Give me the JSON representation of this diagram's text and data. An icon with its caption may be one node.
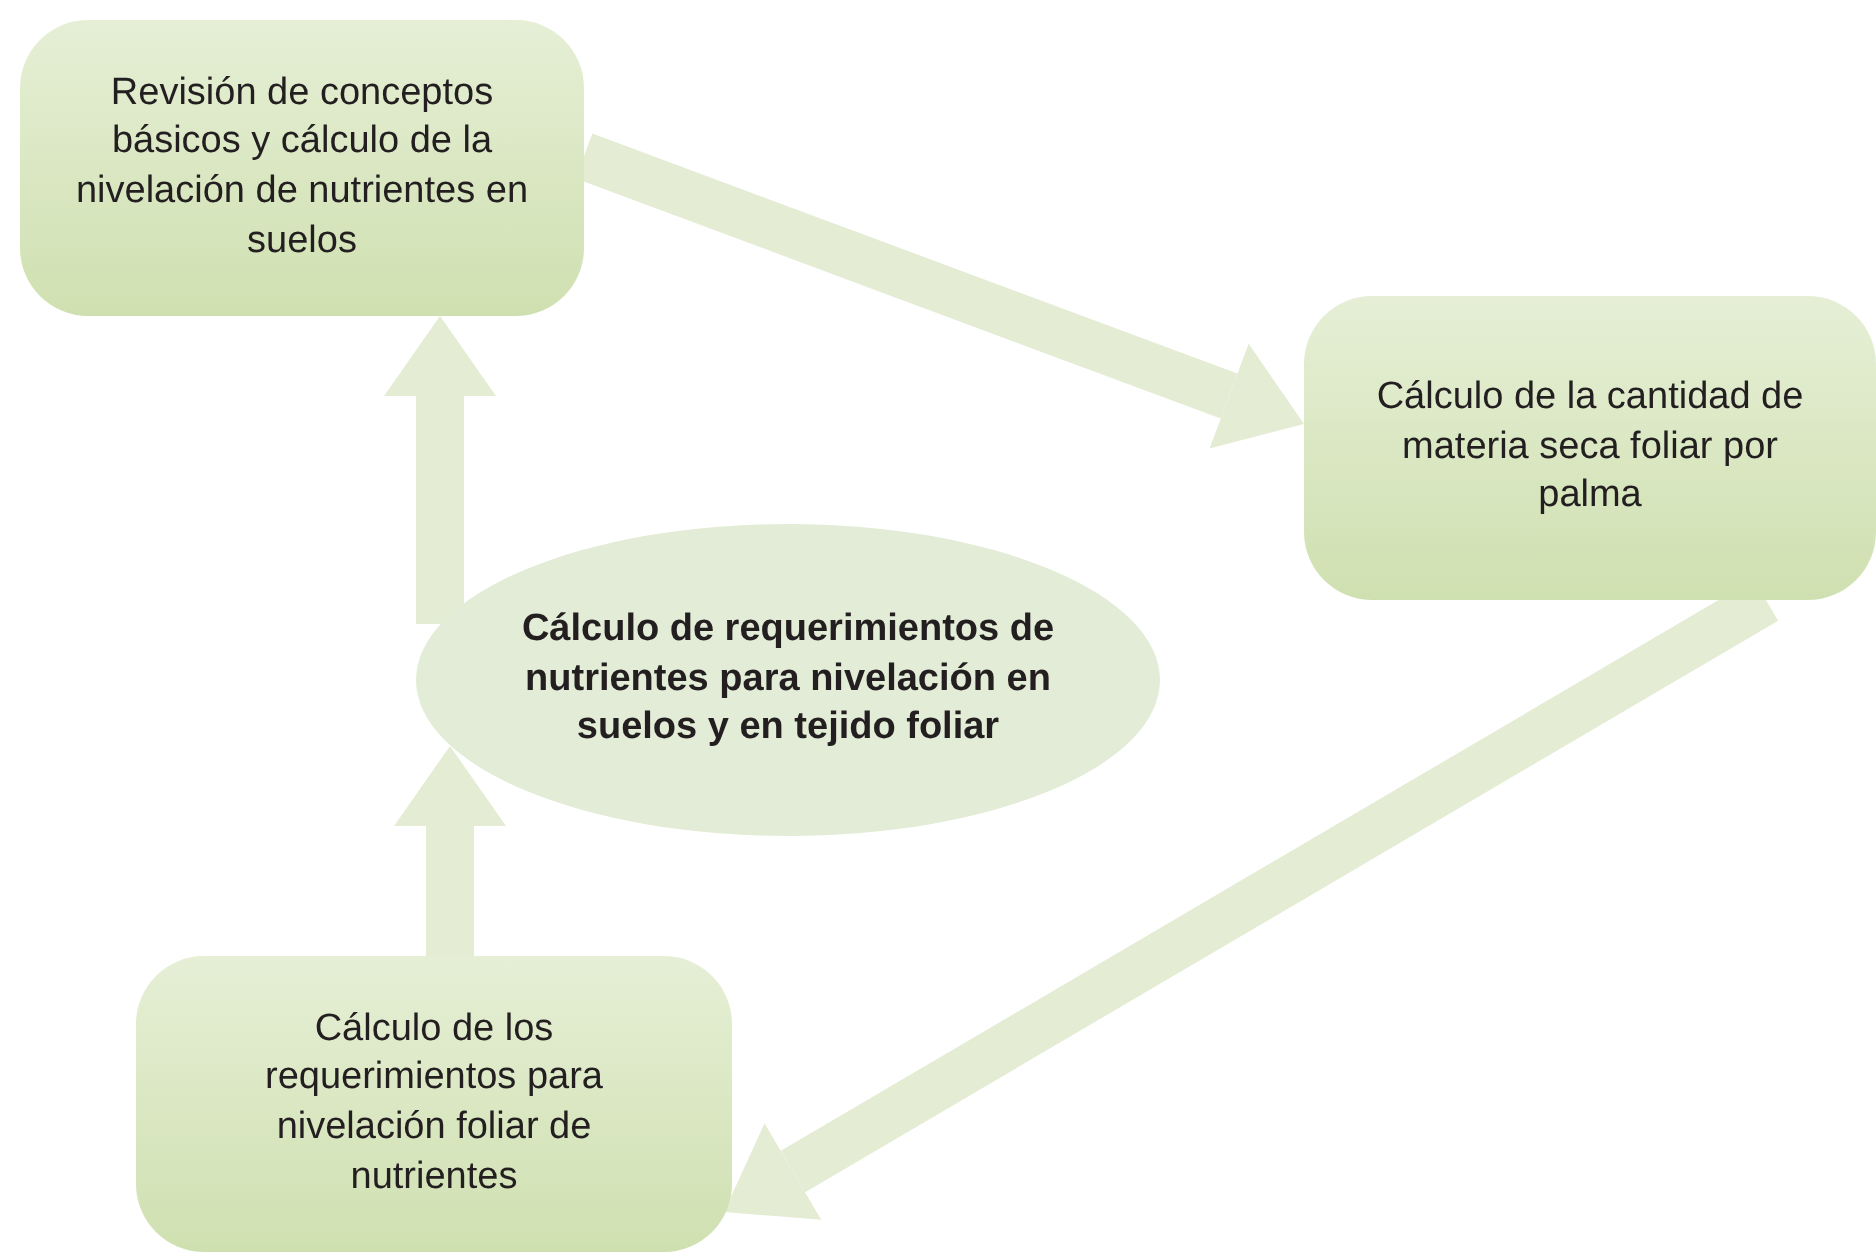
{
  "diagram": {
    "nodes": [
      {
        "text": [
          "Revisión de conceptos básicos y cálculo de la nivelación de nutrientes en suelos"
        ]
      },
      {
        "text": [
          "Cálculo de la cantidad de materia seca foliar por palma"
        ]
      },
      {
        "text": [
          "Cálculo de requerimientos de nutrientes para nivelación en suelos y en tejido foliar"
        ]
      },
      {
        "text": [
          "Cálculo de los requerimientos para nivelación foliar de nutrientes"
        ]
      }
    ],
    "edges": [
      {
        "from": 0,
        "to": 1,
        "arrow": "to"
      },
      {
        "from": 1,
        "to": 3,
        "arrow": "to"
      },
      {
        "from": 3,
        "to": 2,
        "arrow": "to"
      },
      {
        "from": 2,
        "to": 0,
        "arrow": "to"
      }
    ]
  }
}
